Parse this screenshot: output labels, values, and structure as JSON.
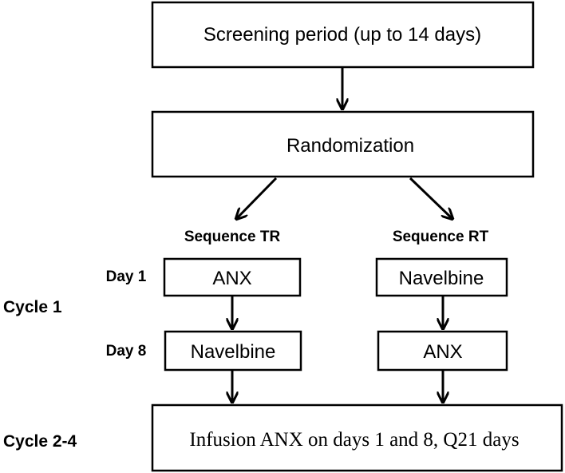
{
  "flow": {
    "screening": "Screening period (up to 14 days)",
    "randomization": "Randomization",
    "sequence_tr": "Sequence TR",
    "sequence_rt": "Sequence RT",
    "day1": "Day 1",
    "day8": "Day 8",
    "cycle1": "Cycle 1",
    "cycle24": "Cycle 2-4",
    "tr_day1": "ANX",
    "tr_day8": "Navelbine",
    "rt_day1": "Navelbine",
    "rt_day8": "ANX",
    "infusion": "Infusion ANX on days 1 and 8, Q21 days"
  }
}
